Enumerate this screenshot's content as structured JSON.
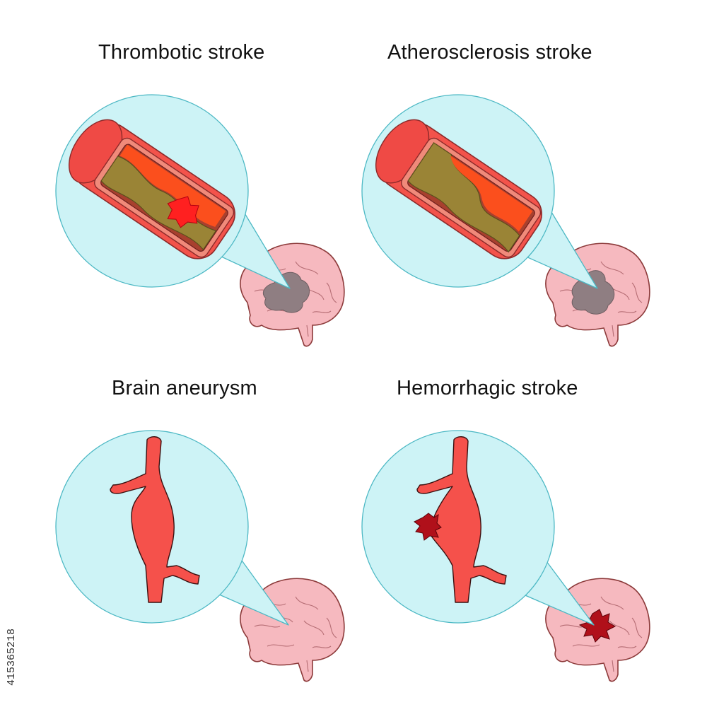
{
  "panels": [
    {
      "title": "Thrombotic stroke"
    },
    {
      "title": "Atherosclerosis stroke"
    },
    {
      "title": "Brain aneurysm"
    },
    {
      "title": "Hemorrhagic stroke"
    }
  ],
  "stock_id": "415365218",
  "colors": {
    "bubble": "#cdf3f6",
    "bubble_stroke": "#4cb8c4",
    "vessel_wall": "#f3534b",
    "vessel_inner": "#f08a7a",
    "blood": "#fb4f1d",
    "plaque": "#9a8436",
    "clot": "#ff2020",
    "brain": "#f6b9bf",
    "brain_stroke": "#8c3a3a",
    "lesion_gray": "#8f7e82",
    "hemorrhage": "#b0101a"
  }
}
